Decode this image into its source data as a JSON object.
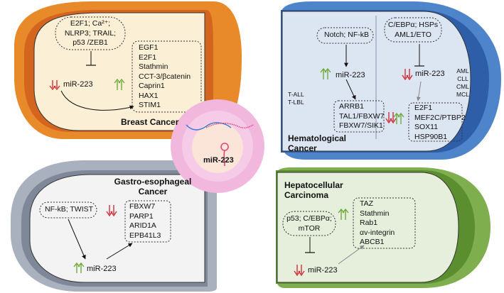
{
  "colors": {
    "breast_outer": "#E8892A",
    "breast_mid": "#D4651F",
    "breast_inner": "#FBEFD6",
    "hema_outer": "#4E84C9",
    "hema_mid": "#2E5EA8",
    "hema_inner": "#DCE6F2",
    "gastro_outer": "#A9B1BF",
    "gastro_mid": "#7E8899",
    "gastro_inner": "#F3F3F3",
    "hcc_outer": "#7FAE4F",
    "hcc_mid": "#5B8E2E",
    "hcc_inner": "#E6EFDB",
    "center_outer": "#F2B7DD",
    "center_mid": "#F6CBE7",
    "center_inner": "#FBE5D8",
    "arrow_up": "#6FAA3A",
    "arrow_down": "#D0303A",
    "rna_blue": "#4A7BD0",
    "rna_pink": "#E0427E"
  },
  "breast": {
    "title": "Breast Cancer",
    "regulators": [
      "E2F1; Ca²⁺;",
      "NLRP3; TRAIL;",
      "p53 /ZEB1"
    ],
    "mir": "miR-223",
    "targets": [
      "EGF1",
      "E2F1",
      "Stathmin",
      "CCT-3/βcatenin",
      "Caprin1",
      "HAX1",
      "STIM1"
    ]
  },
  "hema": {
    "title": [
      "Hematological",
      "Cancer"
    ],
    "left_regulators": "Notch; NF-kB",
    "left_mir": "miR-223",
    "left_types": [
      "T-ALL",
      "T-LBL"
    ],
    "left_targets": [
      "ARRB1",
      "TAL1/FBXW7",
      "FBXW7/SIK1"
    ],
    "right_regulators": [
      "C/EBPα; HSPs",
      "AML1/ETO"
    ],
    "right_mir": "miR-223",
    "right_types": [
      "AML",
      "CLL",
      "CML",
      "MCL"
    ],
    "right_targets": [
      "E2F1",
      "MEF2C/PTBP2",
      "SOX11",
      "HSP90B1"
    ]
  },
  "gastro": {
    "title": [
      "Gastro-esophageal",
      "Cancer"
    ],
    "regulators": "NF-kB; TWIST",
    "mir": "miR-223",
    "targets": [
      "FBXW7",
      "PARP1",
      "ARID1A",
      "EPB41L3"
    ]
  },
  "hcc": {
    "title": [
      "Hepatocellular",
      "Carcinoma"
    ],
    "regulators": [
      "p53; C/EBPα;",
      "mTOR"
    ],
    "mir": "miR-223",
    "targets": [
      "TAZ",
      "Stathmin",
      "Rab1",
      "αv-integrin",
      "ABCB1"
    ]
  },
  "center": {
    "label": "miR-223"
  }
}
